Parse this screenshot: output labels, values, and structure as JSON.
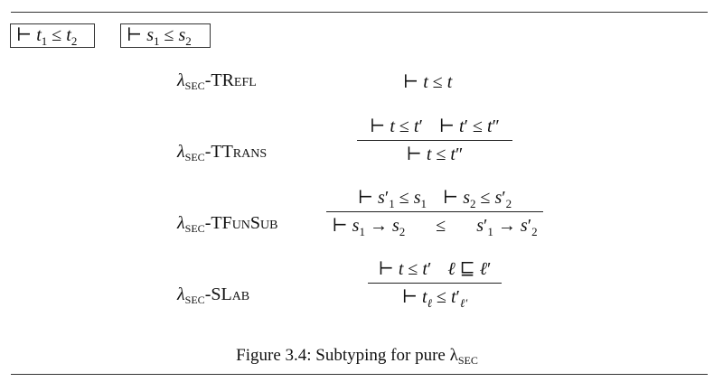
{
  "judgments": {
    "box1": "⊢ t₁ ≤ t₂",
    "box2": "⊢ s₁ ≤ s₂"
  },
  "rules": [
    {
      "name_prefix": "λ",
      "name_sub": "SEC",
      "name_suffix": "-TREFL",
      "conclusion": "⊢ t ≤ t"
    },
    {
      "name_prefix": "λ",
      "name_sub": "SEC",
      "name_suffix": "-TTRANS",
      "premises": [
        "⊢ t ≤ t′",
        "⊢ t′ ≤ t″"
      ],
      "conclusion": "⊢ t ≤ t″"
    },
    {
      "name_prefix": "λ",
      "name_sub": "SEC",
      "name_suffix": "-TFUNSUB",
      "premises": [
        "⊢ s′₁ ≤ s₁",
        "⊢ s₂ ≤ s′₂"
      ],
      "conclusion": "⊢ s₁ → s₂ ≤ s′₁ → s′₂"
    },
    {
      "name_prefix": "λ",
      "name_sub": "SEC",
      "name_suffix": "-SLAB",
      "premises": [
        "⊢ t ≤ t′",
        "ℓ ⊑ ℓ′"
      ],
      "conclusion": "⊢ t_ℓ ≤ t′_ℓ′"
    }
  ],
  "caption": {
    "text": "Figure 3.4: Subtyping for pure λ",
    "sub": "SEC"
  }
}
